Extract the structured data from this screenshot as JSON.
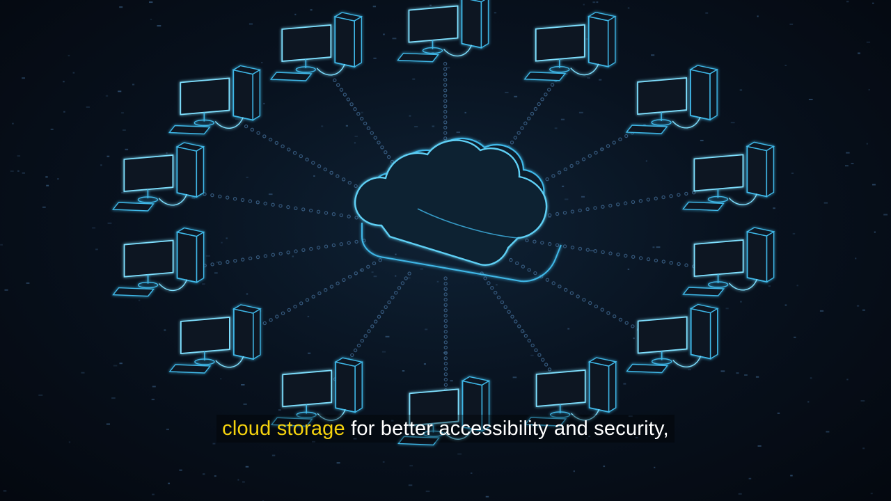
{
  "scene": {
    "subject": "cloud-network",
    "device_count": 14
  },
  "colors": {
    "background": "#050b14",
    "line_glow": "#3fb8e8",
    "line_bright": "#7fe0ff",
    "device_fill": "#0b1522",
    "connector_dot": "#3a5f85",
    "subtitle_highlight": "#f5d20e",
    "subtitle_text": "#ffffff"
  },
  "caption": {
    "highlight": "cloud storage",
    "rest": " for better accessibility and security,"
  }
}
